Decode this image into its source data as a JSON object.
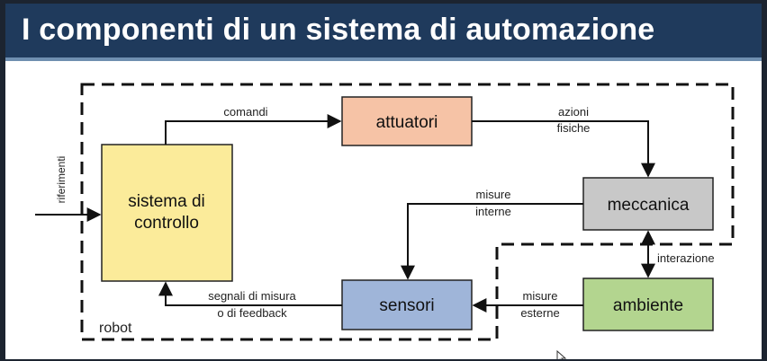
{
  "title": "I componenti di un sistema di automazione",
  "colors": {
    "title_bg": "#1f3a5c",
    "attuatori": "#f6c3a6",
    "meccanica": "#c8c8c8",
    "sistema": "#fbeb9a",
    "sensori": "#9fb5d9",
    "ambiente": "#b3d58f"
  },
  "diagram": {
    "boxes": {
      "attuatori": "attuatori",
      "meccanica": "meccanica",
      "sistema_line1": "sistema di",
      "sistema_line2": "controllo",
      "sensori": "sensori",
      "ambiente": "ambiente"
    },
    "labels": {
      "riferimenti": "riferimenti",
      "comandi": "comandi",
      "azioni_1": "azioni",
      "azioni_2": "fisiche",
      "misure_int_1": "misure",
      "misure_int_2": "interne",
      "interazione": "interazione",
      "misure_est_1": "misure",
      "misure_est_2": "esterne",
      "segnali_1": "segnali di misura",
      "segnali_2": "o di feedback",
      "robot": "robot"
    }
  },
  "cursor_icon": "mouse-pointer-icon"
}
